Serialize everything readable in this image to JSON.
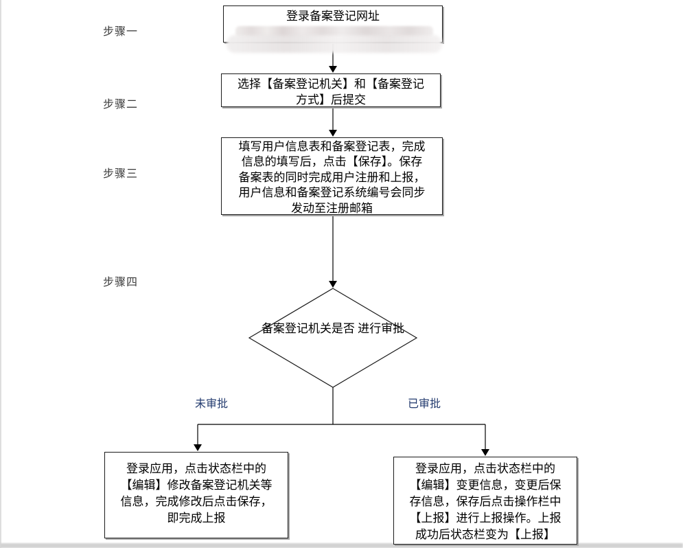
{
  "steps": [
    "步骤一",
    "步骤二",
    "步骤三",
    "步骤四"
  ],
  "branches": {
    "left": "未审批",
    "right": "已审批"
  },
  "nodes": {
    "box1": {
      "lines": [
        "登录备案登记网址"
      ],
      "redacted_url": true
    },
    "box2": {
      "lines": [
        "选择【备案登记机关】和【备案登记",
        "方式】后提交"
      ]
    },
    "box3": {
      "lines": [
        "填写用户信息表和备案登记表，完成",
        "信息的填写后，点击【保存】。保存",
        "备案表的同时完成用户注册和上报，",
        "用户信息和备案登记系统编号会同步",
        "发动至注册邮箱"
      ]
    },
    "diamond": {
      "lines": [
        "备案登记机关是否",
        "进行审批"
      ]
    },
    "left_box": {
      "lines": [
        "登录应用，点击状态栏中的",
        "【编辑】修改备案登记机关等",
        "信息，完成修改后点击保存，",
        "即完成上报"
      ]
    },
    "right_box": {
      "lines": [
        "登录应用，点击状态栏中的",
        "【编辑】变更信息，变更后保",
        "存信息，保存后点击操作栏中",
        "【上报】进行上报操作。上报",
        "成功后状态栏变为【上报】"
      ]
    }
  },
  "colors": {
    "background": "#ffffff",
    "node_border": "#1a1a1a",
    "node_shadow": "#a8a8a8",
    "branch_label": "#223a6e",
    "step_label": "#3a3a3a",
    "connector": "#000000"
  }
}
